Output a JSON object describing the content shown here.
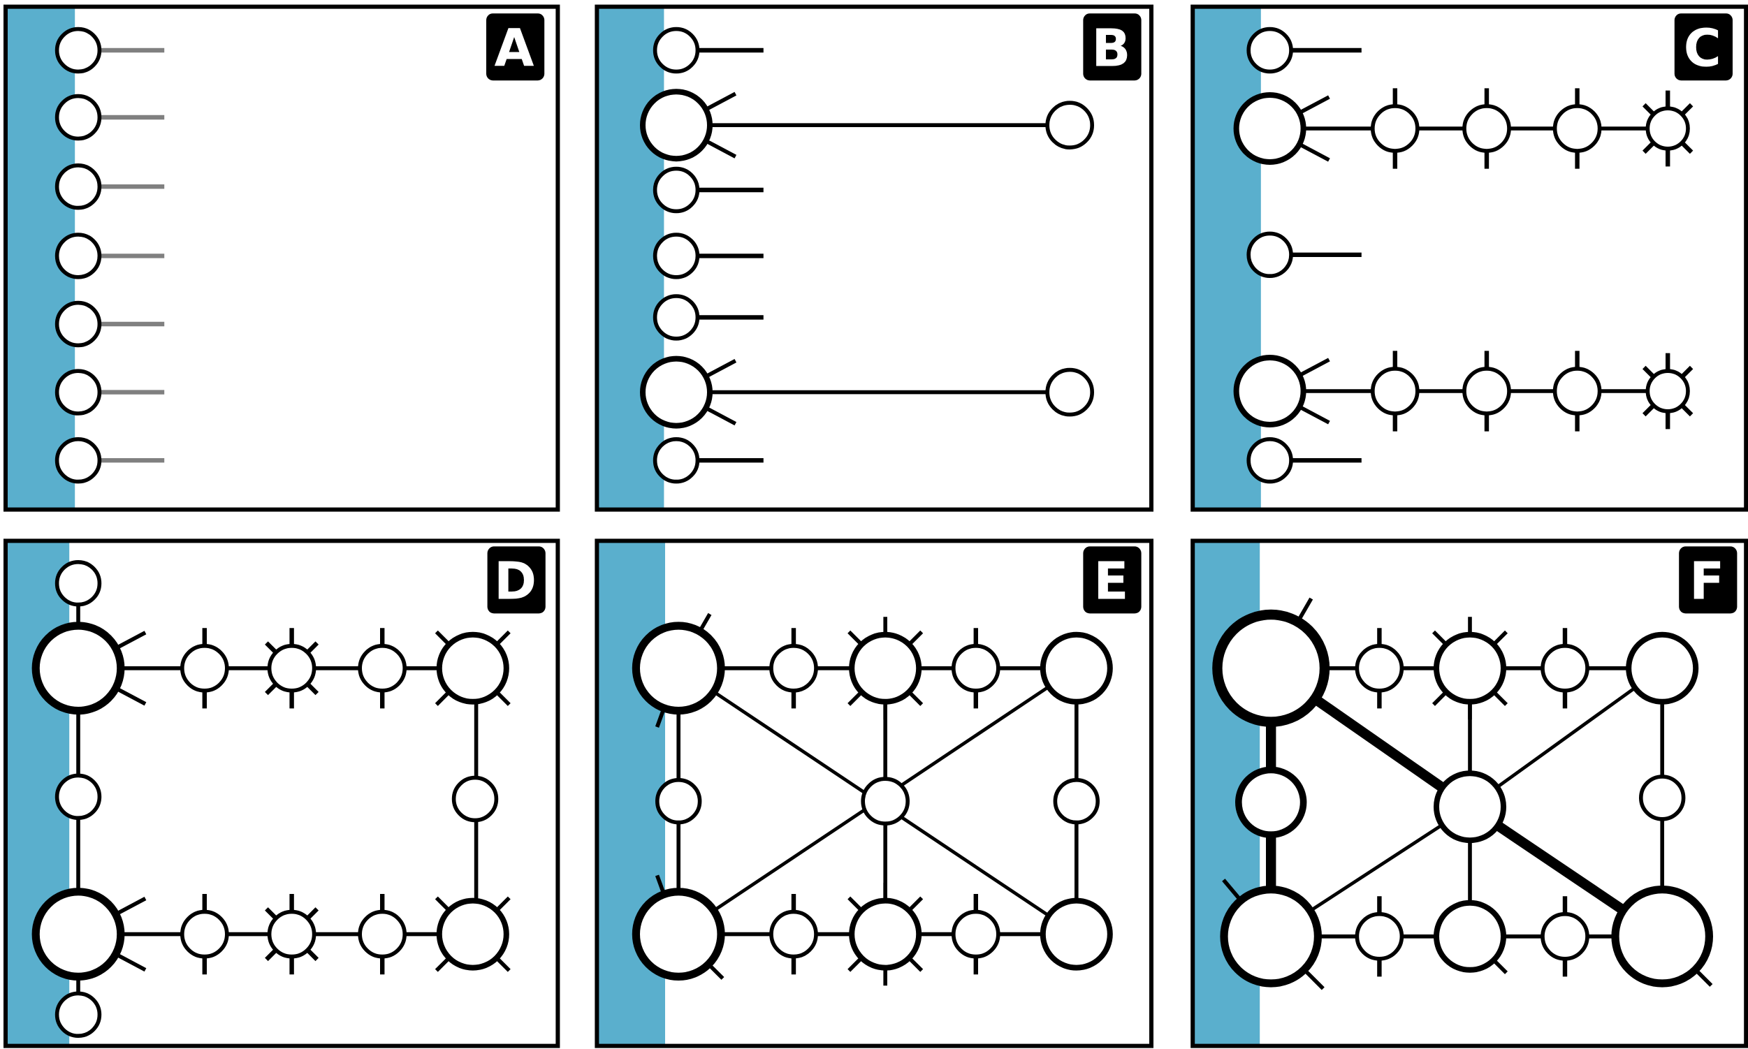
{
  "figure": {
    "panels": [
      {
        "id": "A",
        "label": "A"
      },
      {
        "id": "B",
        "label": "B"
      },
      {
        "id": "C",
        "label": "C"
      },
      {
        "id": "D",
        "label": "D"
      },
      {
        "id": "E",
        "label": "E"
      },
      {
        "id": "F",
        "label": "F"
      }
    ]
  },
  "colors": {
    "background": "#ffffff",
    "panel_border": "#000000",
    "substrate_strip": "#5aafcd",
    "node_fill": "#ffffff",
    "node_stroke": "#000000",
    "edge": "#000000",
    "open_bond_faint": "#808080",
    "label_bg": "#000000",
    "label_text": "#ffffff"
  }
}
